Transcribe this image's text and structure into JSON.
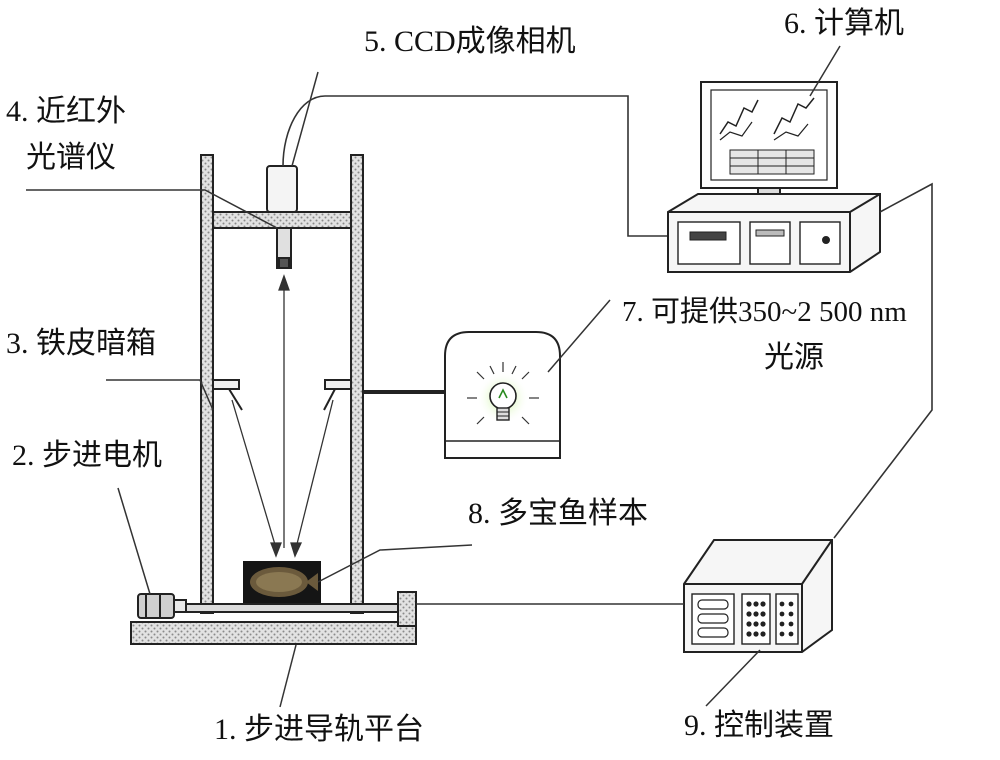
{
  "labels": {
    "rail_platform": "1. 步进导轨平台",
    "stepper_motor": "2. 步进电机",
    "dark_box": "3. 铁皮暗箱",
    "nir_line1": "4. 近红外",
    "nir_line2": "光谱仪",
    "ccd_camera": "5. CCD成像相机",
    "computer": "6. 计算机",
    "light_line1": "7. 可提供350~2 500 nm",
    "light_line2": "光源",
    "sample": "8. 多宝鱼样本",
    "controller": "9. 控制装置"
  },
  "colors": {
    "line": "#222222",
    "hatch": "#9a9a9a",
    "fish": "#5a4a30",
    "bulb_glow": "#7ec850"
  },
  "icons": [
    "ccd-camera-icon",
    "computer-icon",
    "light-source-icon",
    "controller-icon",
    "stepper-motor-icon",
    "fish-sample-icon"
  ]
}
